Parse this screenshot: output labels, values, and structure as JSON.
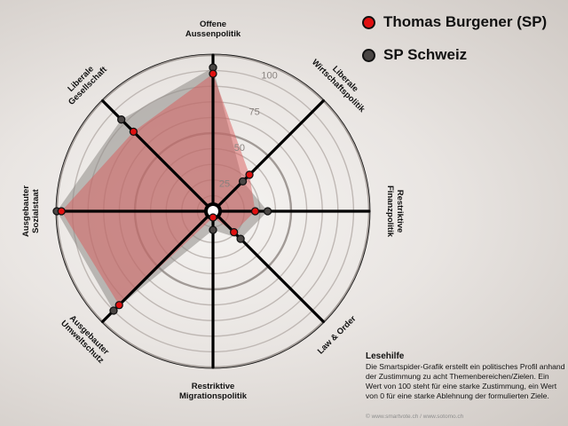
{
  "legend": {
    "items": [
      {
        "label": "Thomas Burgener (SP)",
        "color": "#e01010",
        "icon": "red-dot-icon"
      },
      {
        "label": "SP Schweiz",
        "color": "#4a4644",
        "icon": "gray-dot-icon"
      }
    ]
  },
  "reading_aid": {
    "title": "Lesehilfe",
    "text": "Die Smartspider-Grafik erstellt ein politisches Profil anhand der Zustimmung zu acht Themenbereichen/Zielen. Ein Wert von 100 steht für eine starke Zustimmung, ein Wert von 0 für eine starke Ablehnung der formulierten Ziele."
  },
  "credit": "© www.smartvote.ch / www.sotomo.ch",
  "chart_data": {
    "type": "radar",
    "axes": [
      {
        "label": [
          "Offene",
          "Aussenpolitik"
        ]
      },
      {
        "label": [
          "Liberale",
          "Wirtschaftspolitik"
        ]
      },
      {
        "label": [
          "Restriktive",
          "Finanzpolitik"
        ]
      },
      {
        "label": [
          "Law & Order"
        ]
      },
      {
        "label": [
          "Restriktive",
          "Migrationspolitik"
        ]
      },
      {
        "label": [
          "Ausgebauter",
          "Umweltschutz"
        ]
      },
      {
        "label": [
          "Ausgebauter",
          "Sozialstaat"
        ]
      },
      {
        "label": [
          "Liberale",
          "Gesellschaft"
        ]
      }
    ],
    "ticks": [
      25,
      50,
      75,
      100
    ],
    "range": [
      0,
      100
    ],
    "series": [
      {
        "name": "SP Schweiz",
        "values": [
          92,
          27,
          35,
          25,
          12,
          90,
          100,
          83
        ],
        "fill": "#8e8a87",
        "dot": "#4a4644"
      },
      {
        "name": "Thomas Burgener (SP)",
        "values": [
          88,
          33,
          27,
          19,
          4,
          85,
          97,
          72
        ],
        "fill": "#d95a5a",
        "dot": "#e01010"
      }
    ]
  }
}
